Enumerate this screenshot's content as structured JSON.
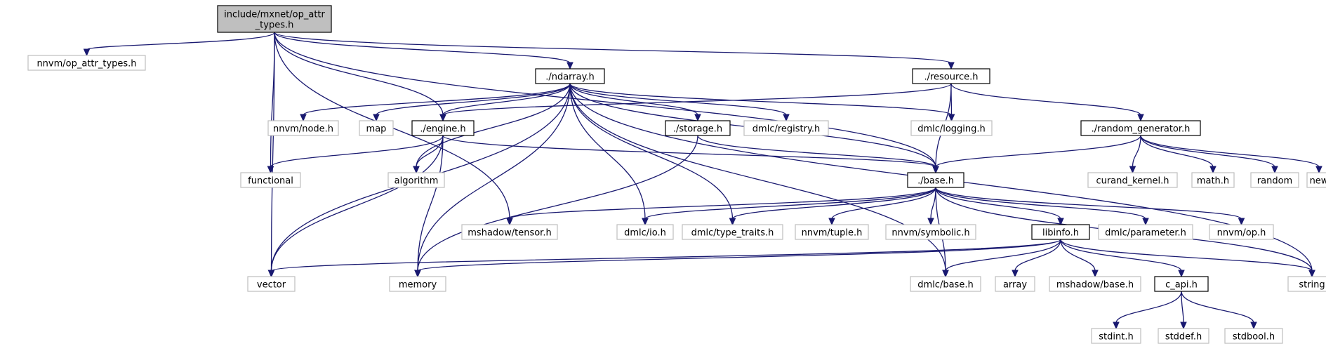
{
  "graph": {
    "nodes": [
      {
        "id": "root",
        "lines": [
          "include/mxnet/op_attr",
          "_types.h"
        ],
        "kind": "root"
      },
      {
        "id": "nnvm_op_attr_types",
        "lines": [
          "nnvm/op_attr_types.h"
        ],
        "kind": "ext"
      },
      {
        "id": "ndarray",
        "lines": [
          "./ndarray.h"
        ],
        "kind": "doc"
      },
      {
        "id": "resource",
        "lines": [
          "./resource.h"
        ],
        "kind": "doc"
      },
      {
        "id": "nnvm_node",
        "lines": [
          "nnvm/node.h"
        ],
        "kind": "ext"
      },
      {
        "id": "map",
        "lines": [
          "map"
        ],
        "kind": "ext"
      },
      {
        "id": "engine",
        "lines": [
          "./engine.h"
        ],
        "kind": "doc"
      },
      {
        "id": "storage",
        "lines": [
          "./storage.h"
        ],
        "kind": "doc"
      },
      {
        "id": "dmlc_registry",
        "lines": [
          "dmlc/registry.h"
        ],
        "kind": "ext"
      },
      {
        "id": "dmlc_logging",
        "lines": [
          "dmlc/logging.h"
        ],
        "kind": "ext"
      },
      {
        "id": "random_generator",
        "lines": [
          "./random_generator.h"
        ],
        "kind": "doc"
      },
      {
        "id": "functional",
        "lines": [
          "functional"
        ],
        "kind": "ext"
      },
      {
        "id": "algorithm",
        "lines": [
          "algorithm"
        ],
        "kind": "ext"
      },
      {
        "id": "base",
        "lines": [
          "./base.h"
        ],
        "kind": "doc"
      },
      {
        "id": "curand_kernel",
        "lines": [
          "curand_kernel.h"
        ],
        "kind": "ext"
      },
      {
        "id": "math",
        "lines": [
          "math.h"
        ],
        "kind": "ext"
      },
      {
        "id": "random",
        "lines": [
          "random"
        ],
        "kind": "ext"
      },
      {
        "id": "new",
        "lines": [
          "new"
        ],
        "kind": "ext"
      },
      {
        "id": "mshadow_tensor",
        "lines": [
          "mshadow/tensor.h"
        ],
        "kind": "ext"
      },
      {
        "id": "dmlc_io",
        "lines": [
          "dmlc/io.h"
        ],
        "kind": "ext"
      },
      {
        "id": "dmlc_type_traits",
        "lines": [
          "dmlc/type_traits.h"
        ],
        "kind": "ext"
      },
      {
        "id": "nnvm_tuple",
        "lines": [
          "nnvm/tuple.h"
        ],
        "kind": "ext"
      },
      {
        "id": "nnvm_symbolic",
        "lines": [
          "nnvm/symbolic.h"
        ],
        "kind": "ext"
      },
      {
        "id": "libinfo",
        "lines": [
          "libinfo.h"
        ],
        "kind": "doc"
      },
      {
        "id": "dmlc_parameter",
        "lines": [
          "dmlc/parameter.h"
        ],
        "kind": "ext"
      },
      {
        "id": "nnvm_op",
        "lines": [
          "nnvm/op.h"
        ],
        "kind": "ext"
      },
      {
        "id": "vector",
        "lines": [
          "vector"
        ],
        "kind": "ext"
      },
      {
        "id": "memory",
        "lines": [
          "memory"
        ],
        "kind": "ext"
      },
      {
        "id": "dmlc_base",
        "lines": [
          "dmlc/base.h"
        ],
        "kind": "ext"
      },
      {
        "id": "array",
        "lines": [
          "array"
        ],
        "kind": "ext"
      },
      {
        "id": "mshadow_base",
        "lines": [
          "mshadow/base.h"
        ],
        "kind": "ext"
      },
      {
        "id": "c_api",
        "lines": [
          "c_api.h"
        ],
        "kind": "doc"
      },
      {
        "id": "string",
        "lines": [
          "string"
        ],
        "kind": "ext"
      },
      {
        "id": "stdint",
        "lines": [
          "stdint.h"
        ],
        "kind": "ext"
      },
      {
        "id": "stddef",
        "lines": [
          "stddef.h"
        ],
        "kind": "ext"
      },
      {
        "id": "stdbool",
        "lines": [
          "stdbool.h"
        ],
        "kind": "ext"
      }
    ],
    "edges": [
      [
        "root",
        "nnvm_op_attr_types"
      ],
      [
        "root",
        "ndarray"
      ],
      [
        "root",
        "resource"
      ],
      [
        "root",
        "engine"
      ],
      [
        "root",
        "functional"
      ],
      [
        "root",
        "base"
      ],
      [
        "root",
        "vector"
      ],
      [
        "root",
        "mshadow_tensor"
      ],
      [
        "ndarray",
        "nnvm_node"
      ],
      [
        "ndarray",
        "map"
      ],
      [
        "ndarray",
        "engine"
      ],
      [
        "ndarray",
        "storage"
      ],
      [
        "ndarray",
        "dmlc_registry"
      ],
      [
        "ndarray",
        "dmlc_logging"
      ],
      [
        "ndarray",
        "algorithm"
      ],
      [
        "ndarray",
        "base"
      ],
      [
        "ndarray",
        "vector"
      ],
      [
        "ndarray",
        "memory"
      ],
      [
        "ndarray",
        "dmlc_io"
      ],
      [
        "ndarray",
        "dmlc_type_traits"
      ],
      [
        "ndarray",
        "dmlc_base"
      ],
      [
        "ndarray",
        "string"
      ],
      [
        "resource",
        "engine"
      ],
      [
        "resource",
        "dmlc_logging"
      ],
      [
        "resource",
        "base"
      ],
      [
        "resource",
        "random_generator"
      ],
      [
        "engine",
        "functional"
      ],
      [
        "engine",
        "algorithm"
      ],
      [
        "engine",
        "base"
      ],
      [
        "engine",
        "vector"
      ],
      [
        "engine",
        "memory"
      ],
      [
        "storage",
        "base"
      ],
      [
        "storage",
        "memory"
      ],
      [
        "random_generator",
        "base"
      ],
      [
        "random_generator",
        "curand_kernel"
      ],
      [
        "random_generator",
        "math"
      ],
      [
        "random_generator",
        "random"
      ],
      [
        "random_generator",
        "new"
      ],
      [
        "base",
        "mshadow_tensor"
      ],
      [
        "base",
        "dmlc_io"
      ],
      [
        "base",
        "dmlc_type_traits"
      ],
      [
        "base",
        "nnvm_tuple"
      ],
      [
        "base",
        "nnvm_symbolic"
      ],
      [
        "base",
        "libinfo"
      ],
      [
        "base",
        "dmlc_parameter"
      ],
      [
        "base",
        "nnvm_op"
      ],
      [
        "base",
        "string"
      ],
      [
        "base",
        "dmlc_base"
      ],
      [
        "libinfo",
        "vector"
      ],
      [
        "libinfo",
        "memory"
      ],
      [
        "libinfo",
        "dmlc_base"
      ],
      [
        "libinfo",
        "array"
      ],
      [
        "libinfo",
        "mshadow_base"
      ],
      [
        "libinfo",
        "c_api"
      ],
      [
        "libinfo",
        "string"
      ],
      [
        "c_api",
        "stdint"
      ],
      [
        "c_api",
        "stddef"
      ],
      [
        "c_api",
        "stdbool"
      ]
    ]
  }
}
